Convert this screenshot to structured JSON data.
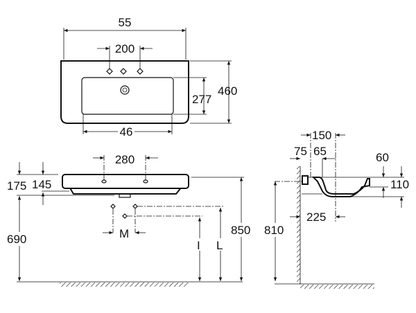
{
  "top_view": {
    "width": "55",
    "tap_spacing": "200",
    "bowl_depth": "277",
    "depth": "460",
    "bowl_width": "46"
  },
  "front_view": {
    "hole_spacing": "280",
    "height_175": "175",
    "height_145": "145",
    "floor_690": "690",
    "total_850": "850",
    "pipe_m": "M",
    "pipe_l": "L",
    "pipe_i": "I"
  },
  "side_view": {
    "d150": "150",
    "d75": "75",
    "d65": "65",
    "d60": "60",
    "d110": "110",
    "d225": "225",
    "h810": "810"
  }
}
